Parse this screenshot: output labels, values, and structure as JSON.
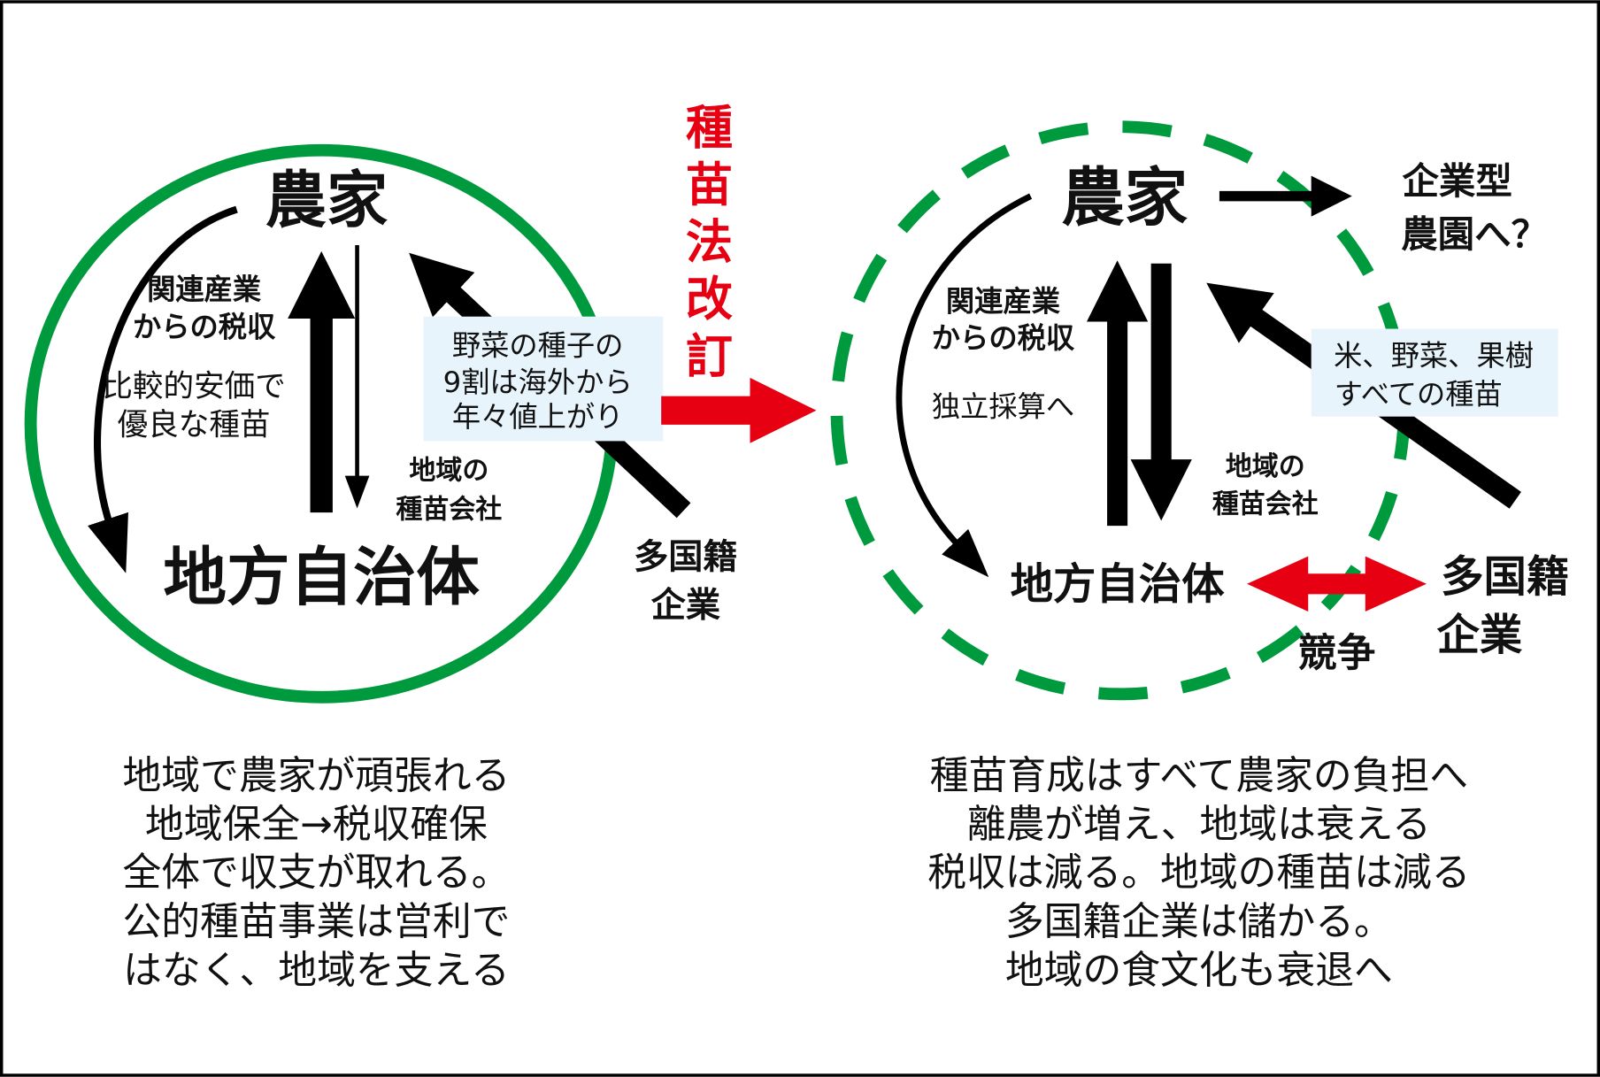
{
  "colors": {
    "green": "#009a3e",
    "red": "#e60012",
    "box": "#e8f4fc",
    "ink": "#111111"
  },
  "center_label": [
    "種",
    "苗",
    "法",
    "改",
    "訂"
  ],
  "left": {
    "farmer": "農家",
    "municipality": "地方自治体",
    "tax": [
      "関連産業",
      "からの税収"
    ],
    "cheap": [
      "比較的安価で",
      "優良な種苗"
    ],
    "local_company": [
      "地域の",
      "種苗会社"
    ],
    "note": [
      "野菜の種子の",
      "9割は海外から",
      "年々値上がり"
    ],
    "multinational": [
      "多国籍",
      "企業"
    ],
    "summary": [
      "地域で農家が頑張れる",
      "地域保全→税収確保",
      "全体で収支が取れる。",
      "公的種苗事業は営利で",
      "はなく、地域を支える"
    ]
  },
  "right": {
    "farmer": "農家",
    "corporate": [
      "企業型",
      "農園へ？"
    ],
    "municipality": "地方自治体",
    "tax": [
      "関連産業",
      "からの税収"
    ],
    "independent": "独立採算へ",
    "local_company": [
      "地域の",
      "種苗会社"
    ],
    "note": [
      "米、野菜、果樹",
      "すべての種苗"
    ],
    "multinational": [
      "多国籍",
      "企業"
    ],
    "competition": "競争",
    "summary": [
      "種苗育成はすべて農家の負担へ",
      "離農が増え、地域は衰える",
      "税収は減る。地域の種苗は減る",
      "多国籍企業は儲かる。",
      "地域の食文化も衰退へ"
    ]
  }
}
